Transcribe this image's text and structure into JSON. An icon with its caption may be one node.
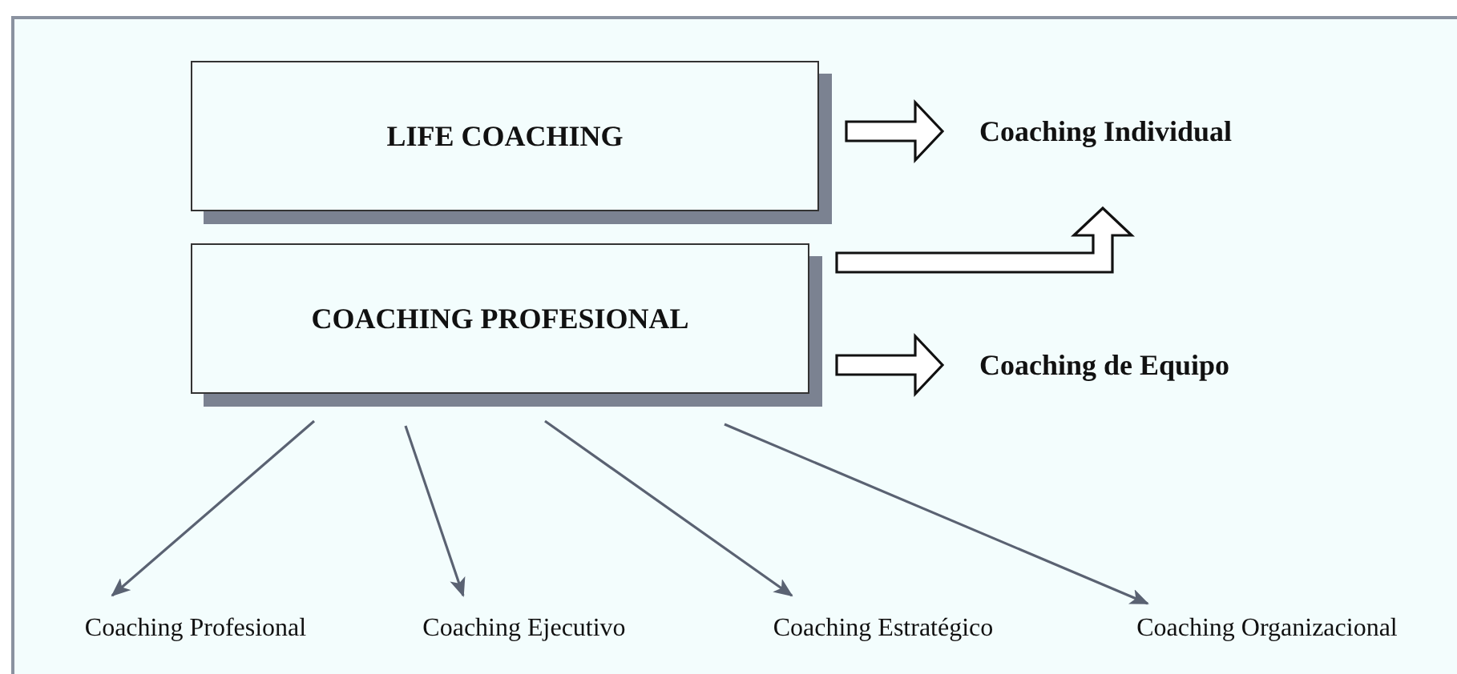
{
  "diagram": {
    "nodes": [
      {
        "text": [
          "LIFE COACHING"
        ]
      },
      {
        "text": [
          "COACHING PROFESIONAL"
        ]
      },
      {
        "text": [
          "Coaching Individual"
        ]
      },
      {
        "text": [
          "Coaching de Equipo"
        ]
      },
      {
        "text": [
          "Coaching Profesional"
        ]
      },
      {
        "text": [
          "Coaching Ejecutivo"
        ]
      },
      {
        "text": [
          "Coaching Estratégico"
        ]
      },
      {
        "text": [
          "Coaching Organizacional"
        ]
      }
    ],
    "edges": [
      {
        "from": 0,
        "to": 2,
        "arrow": "to",
        "style": "thick",
        "color": "#111111"
      },
      {
        "from": 1,
        "to": 2,
        "arrow": "to",
        "style": "thick",
        "color": "#111111"
      },
      {
        "from": 1,
        "to": 3,
        "arrow": "to",
        "style": "thick",
        "color": "#111111"
      },
      {
        "from": 1,
        "to": 4,
        "arrow": "to"
      },
      {
        "from": 1,
        "to": 5,
        "arrow": "to"
      },
      {
        "from": 1,
        "to": 6,
        "arrow": "to"
      },
      {
        "from": 1,
        "to": 7,
        "arrow": "to"
      }
    ]
  }
}
